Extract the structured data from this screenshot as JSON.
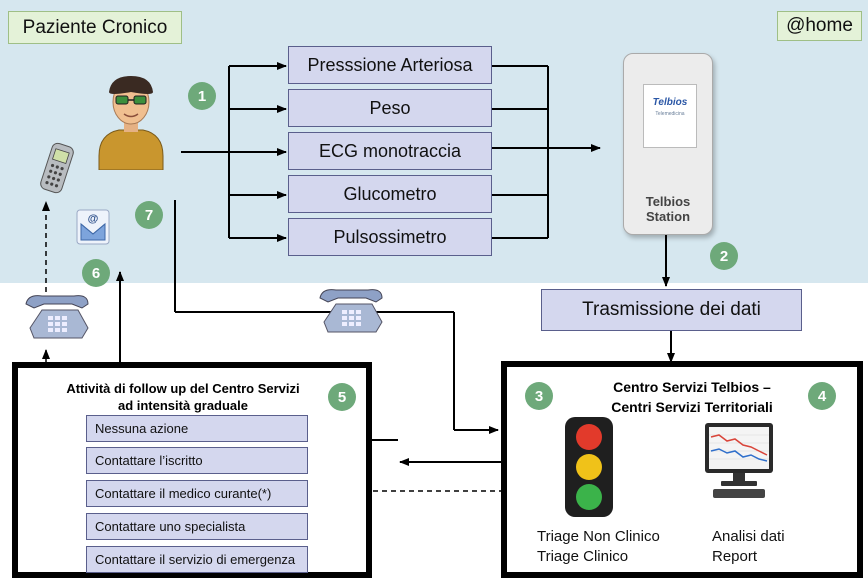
{
  "labels": {
    "patient": "Paziente Cronico",
    "home": "@home",
    "transmission": "Trasmissione dei dati"
  },
  "devices": [
    "Presssione Arteriosa",
    "Peso",
    "ECG monotraccia",
    "Glucometro",
    "Pulsossimetro"
  ],
  "station": {
    "screen_brand": "Telbios",
    "screen_sub": "Telemedicina",
    "label_line1": "Telbios",
    "label_line2": "Station"
  },
  "numbers": [
    "1",
    "2",
    "3",
    "4",
    "5",
    "6",
    "7"
  ],
  "followup": {
    "title_line1": "Attività di follow up del Centro Servizi",
    "title_line2": "ad intensità graduale",
    "items": [
      "Nessuna azione",
      "Contattare l’iscritto",
      "Contattare il medico curante(*)",
      "Contattare uno specialista",
      "Contattare il servizio di emergenza"
    ]
  },
  "center": {
    "title_line1": "Centro Servizi Telbios –",
    "title_line2": "Centri Servizi Territoriali",
    "triage_line1": "Triage Non Clinico",
    "triage_line2": "Triage Clinico",
    "analysis_line1": "Analisi dati",
    "analysis_line2": "Report"
  },
  "colors": {
    "background_band": "#d6e7ef",
    "tag_fill": "#e4f2d8",
    "device_fill": "#d4d7ee",
    "badge": "#6ea97a",
    "traffic_red": "#e23a2b",
    "traffic_yellow": "#f0c219",
    "traffic_green": "#3bb34a"
  },
  "icons": [
    "patient-avatar-icon",
    "mobile-phone-icon",
    "email-icon",
    "telephone-icon",
    "traffic-light-icon",
    "analytics-monitor-icon"
  ]
}
